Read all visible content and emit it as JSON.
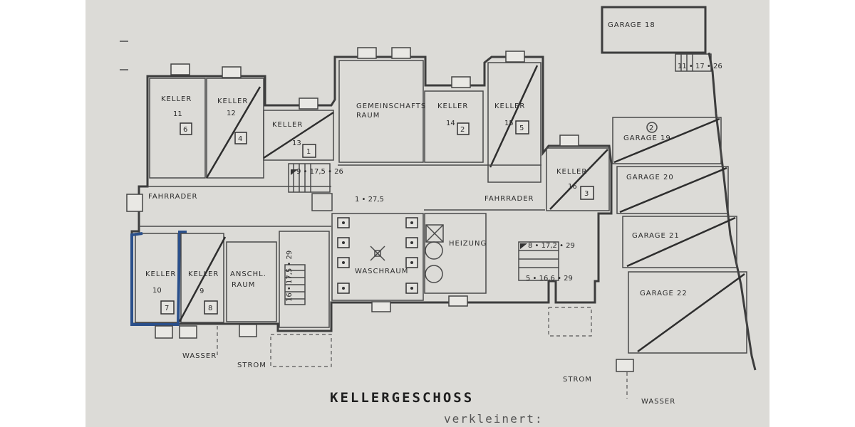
{
  "title": "KELLERGESCHOSS",
  "subtitle": "verkleinert:",
  "rooms": {
    "keller11": {
      "label": "KELLER",
      "num": "11",
      "box": "6"
    },
    "keller12": {
      "label": "KELLER",
      "num": "12",
      "box": "4"
    },
    "keller13": {
      "label": "KELLER",
      "num": "13",
      "box": "1"
    },
    "gemeinschaftsraum": {
      "line1": "GEMEINSCHAFTS",
      "line2": "RAUM"
    },
    "keller14": {
      "label": "KELLER",
      "num": "14",
      "box": "2"
    },
    "keller15": {
      "label": "KELLER",
      "num": "15",
      "box": "5"
    },
    "keller16": {
      "label": "KELLER",
      "num": "16",
      "box": "3"
    },
    "fahrrader_left": "FAHRRADER",
    "fahrrader_right": "FAHRRADER",
    "keller10": {
      "label": "KELLER",
      "num": "10",
      "box": "7"
    },
    "keller9": {
      "label": "KELLER",
      "num": "9",
      "box": "8"
    },
    "anschlussraum": {
      "line1": "ANSCHL.",
      "line2": "RAUM"
    },
    "waschraum": "WASCHRAUM",
    "heizung": "HEIZUNG"
  },
  "garages": [
    "GARAGE 18",
    "GARAGE 19",
    "GARAGE 20",
    "GARAGE 21",
    "GARAGE 22"
  ],
  "garage19_mark": "2",
  "stairs": {
    "s1": "9 • 17,5 • 26",
    "s2": "1 • 27,5",
    "s3": "8 • 17,2 • 29",
    "s4": "5 • 16,6 • 29",
    "s5": "11 • 17 • 26",
    "s6": "16 • 17,5 • 29"
  },
  "utilities": {
    "wasser_left": "WASSER",
    "strom_left": "STROM",
    "strom_right": "STROM",
    "wasser_right": "WASSER"
  }
}
